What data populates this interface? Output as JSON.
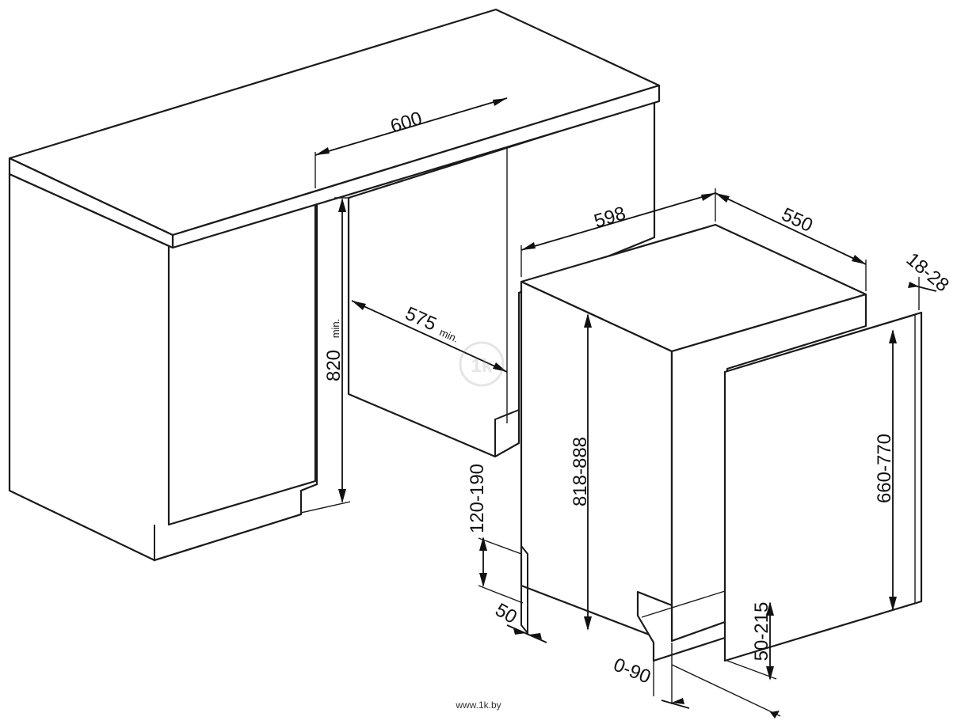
{
  "dimensions": {
    "width_600": "600",
    "depth_575": "575",
    "depth_575_suffix": "min.",
    "height_820": "820",
    "height_820_suffix": "min.",
    "plinth_120_190": "120-190",
    "plinth_50": "50",
    "unit_width_598": "598",
    "unit_depth_550": "550",
    "unit_height_818_888": "818-888",
    "panel_thickness_18_28": "18-28",
    "panel_height_660_770": "660-770",
    "panel_offset_50_215": "50-215",
    "door_offset_0_90": "0-90"
  },
  "watermark": {
    "site": "www.1k.by",
    "logo_text": "1k"
  }
}
